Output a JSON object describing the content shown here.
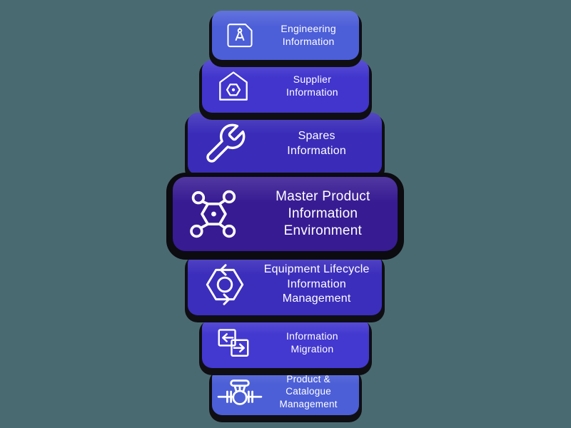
{
  "background_color": "#4a6a72",
  "text_color": "#ffffff",
  "shadow_color": "#0e0e13",
  "diagram_title": "Master Product Information Environment stack",
  "layers": [
    {
      "id": "engineering-information",
      "label": "Engineering\nInformation",
      "icon": "drafting-compass-document-icon",
      "color": "#4c5ed8"
    },
    {
      "id": "supplier-information",
      "label": "Supplier\nInformation",
      "icon": "factory-nut-icon",
      "color": "#4135cd"
    },
    {
      "id": "spares-information",
      "label": "Spares\nInformation",
      "icon": "wrench-icon",
      "color": "#3a2cb8"
    },
    {
      "id": "master-product-information-environment",
      "label": "Master Product\nInformation\nEnvironment",
      "icon": "molecule-network-icon",
      "color": "#371b93",
      "emphasis": true
    },
    {
      "id": "equipment-lifecycle-information-management",
      "label": "Equipment Lifecycle\nInformation\nManagement",
      "icon": "lifecycle-hexagon-icon",
      "color": "#3c2ebc"
    },
    {
      "id": "information-migration",
      "label": "Information\nMigration",
      "icon": "transfer-arrows-icon",
      "color": "#4338cf"
    },
    {
      "id": "product-catalogue-management",
      "label": "Product &\nCatalogue\nManagement",
      "icon": "industrial-valve-icon",
      "color": "#4c5fd6"
    }
  ]
}
